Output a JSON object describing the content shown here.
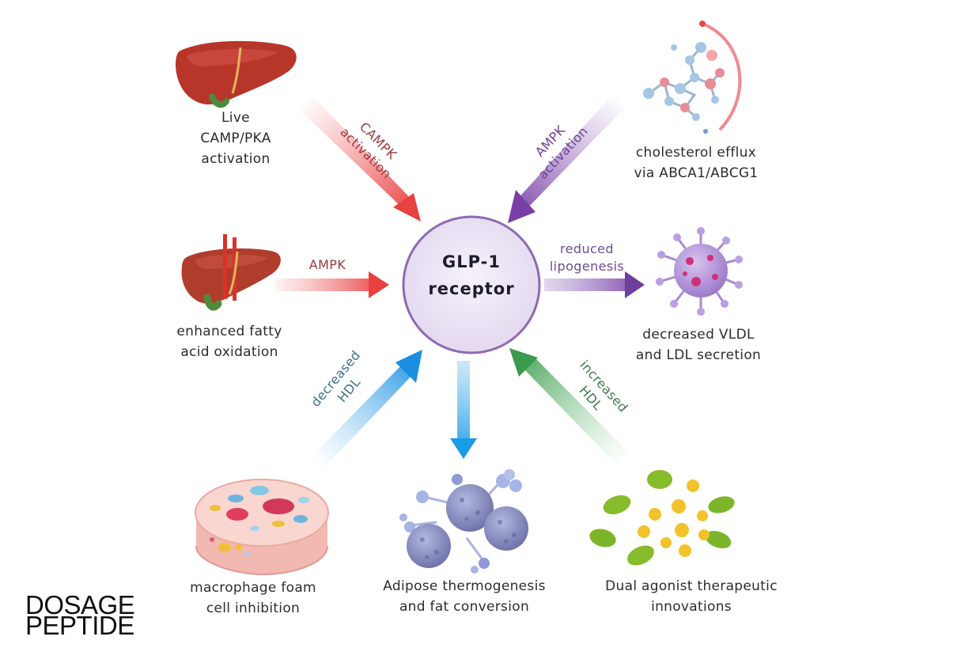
{
  "center": {
    "line1": "GLP-1",
    "line2": "receptor"
  },
  "nodes": {
    "top_left": {
      "lines": [
        "Live",
        "CAMP/PKA",
        "activation"
      ],
      "icon": "liver-icon"
    },
    "top_right": {
      "lines": [
        "cholesterol efflux",
        "via ABCA1/ABCG1"
      ],
      "icon": "cholesterol-molecule-icon"
    },
    "mid_left": {
      "lines": [
        "enhanced fatty",
        "acid oxidation"
      ],
      "icon": "liver-icon"
    },
    "mid_right": {
      "lines": [
        "decreased VLDL",
        "and LDL secretion"
      ],
      "icon": "lipoprotein-particle-icon"
    },
    "bottom_left": {
      "lines": [
        "macrophage foam",
        "cell inhibition"
      ],
      "icon": "foam-cell-icon"
    },
    "bottom_center": {
      "lines": [
        "Adipose thermogenesis",
        "and fat conversion"
      ],
      "icon": "adipose-cells-icon"
    },
    "bottom_right": {
      "lines": [
        "Dual agonist therapeutic",
        "innovations"
      ],
      "icon": "capsules-icon"
    }
  },
  "arrows": {
    "top_left": {
      "lines": [
        "CAMPK",
        "activation"
      ],
      "color": "#e8484a"
    },
    "top_right": {
      "lines": [
        "AMPK",
        "activation"
      ],
      "color": "#7a3fa6"
    },
    "mid_left": {
      "lines": [
        "AMPK"
      ],
      "color": "#e8484a"
    },
    "mid_right": {
      "lines": [
        "reduced",
        "lipogenesis"
      ],
      "color": "#7a4aa6"
    },
    "bottom_left": {
      "lines": [
        "decreased",
        "HDL"
      ],
      "color": "#2196e0"
    },
    "bottom_center": {
      "lines": [],
      "color": "#1a9be6"
    },
    "bottom_right": {
      "lines": [
        "increased",
        "HDL"
      ],
      "color": "#3b9a4c"
    }
  },
  "brand": {
    "line1": "DOSAGE",
    "line2": "PEPTIDE"
  },
  "colors": {
    "circle_fill": "#ece4f4",
    "circle_stroke": "#8d6bb3",
    "liver": "#b83a2e",
    "lipoprotein": "#a07bd0"
  }
}
